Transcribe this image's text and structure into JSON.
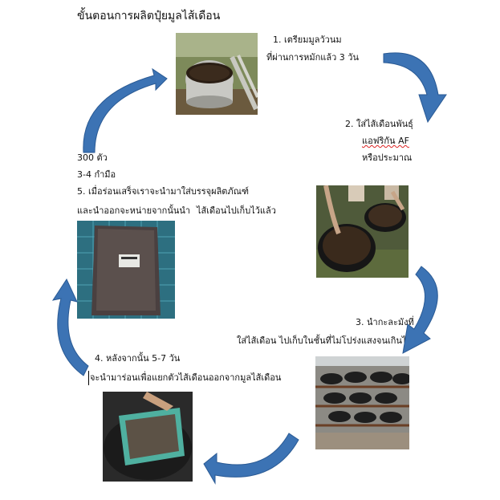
{
  "title": "ขั้นตอนการผลิตปุ๋ยมูลไส้เดือน",
  "step1": {
    "line1": "1. เตรียมมูลวัวนม",
    "line2": "ที่ผ่านการหมักแล้ว 3 วัน"
  },
  "step2": {
    "line1": "2. ใส่ไส้เดือนพันธุ์",
    "line2": "แอฟริกัน AF",
    "line3": "หรือประมาณ"
  },
  "step2_extra": {
    "count": "300 ตัว",
    "handfuls": "3-4 กำมือ"
  },
  "step3": {
    "line1": "3. นำกะละมังที่",
    "line2": "ใส่ไส้เดือน ไปเก็บในชั้นที่ไม่โปร่งแสงจนเกินไป"
  },
  "step4": {
    "line1": "4. หลังจากนั้น 5-7 วัน",
    "line2": "จะนำมาร่อนเพื่อแยกตัวไส้เดือนออกจากมูลไส้เดือน"
  },
  "step5": {
    "line1": "5. เมื่อร่อนเสร็จเราจะนำมาใส่บรรจุผลิตภัณฑ์",
    "line2": "และนำออกจะหน่ายจากนั้นนำ",
    "line3": "ไส้เดือนไปเก็บไว้แล้ว"
  },
  "colors": {
    "arrow": "#3c73b4",
    "arrow_edge": "#2a5a94"
  }
}
